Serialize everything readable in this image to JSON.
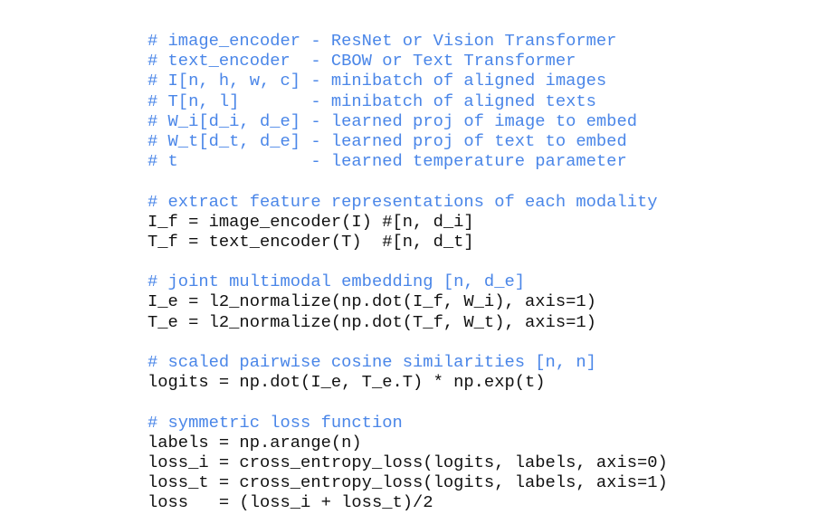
{
  "lines": [
    {
      "type": "comment",
      "text": "# image_encoder - ResNet or Vision Transformer"
    },
    {
      "type": "comment",
      "text": "# text_encoder  - CBOW or Text Transformer"
    },
    {
      "type": "comment",
      "text": "# I[n, h, w, c] - minibatch of aligned images"
    },
    {
      "type": "comment",
      "text": "# T[n, l]       - minibatch of aligned texts"
    },
    {
      "type": "comment",
      "text": "# W_i[d_i, d_e] - learned proj of image to embed"
    },
    {
      "type": "comment",
      "text": "# W_t[d_t, d_e] - learned proj of text to embed"
    },
    {
      "type": "comment",
      "text": "# t             - learned temperature parameter"
    },
    {
      "type": "blank",
      "text": ""
    },
    {
      "type": "comment",
      "text": "# extract feature representations of each modality"
    },
    {
      "type": "code",
      "text": "I_f = image_encoder(I) #[n, d_i]"
    },
    {
      "type": "code",
      "text": "T_f = text_encoder(T)  #[n, d_t]"
    },
    {
      "type": "blank",
      "text": ""
    },
    {
      "type": "comment",
      "text": "# joint multimodal embedding [n, d_e]"
    },
    {
      "type": "code",
      "text": "I_e = l2_normalize(np.dot(I_f, W_i), axis=1)"
    },
    {
      "type": "code",
      "text": "T_e = l2_normalize(np.dot(T_f, W_t), axis=1)"
    },
    {
      "type": "blank",
      "text": ""
    },
    {
      "type": "comment",
      "text": "# scaled pairwise cosine similarities [n, n]"
    },
    {
      "type": "code",
      "text": "logits = np.dot(I_e, T_e.T) * np.exp(t)"
    },
    {
      "type": "blank",
      "text": ""
    },
    {
      "type": "comment",
      "text": "# symmetric loss function"
    },
    {
      "type": "code",
      "text": "labels = np.arange(n)"
    },
    {
      "type": "code",
      "text": "loss_i = cross_entropy_loss(logits, labels, axis=0)"
    },
    {
      "type": "code",
      "text": "loss_t = cross_entropy_loss(logits, labels, axis=1)"
    },
    {
      "type": "code",
      "text": "loss   = (loss_i + loss_t)/2"
    }
  ],
  "colors": {
    "comment": "#4a86e8",
    "code": "#111111"
  }
}
